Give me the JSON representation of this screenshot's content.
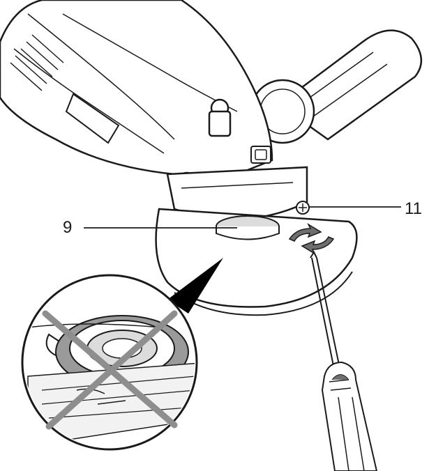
{
  "diagram": {
    "callouts": [
      {
        "id": "9",
        "text": "9",
        "target": "flange-nut"
      },
      {
        "id": "11",
        "text": "11",
        "target": "guard-clamp-screw"
      }
    ],
    "prohibition_inset": {
      "meaning": "incorrect"
    }
  },
  "colors": {
    "line": "#1a1a1a",
    "light_gray": "#dcdcdc",
    "mid_gray": "#9a9a9a",
    "dark_gray": "#6e6e6e",
    "cross": "#8e8e8e",
    "background": "#ffffff"
  }
}
